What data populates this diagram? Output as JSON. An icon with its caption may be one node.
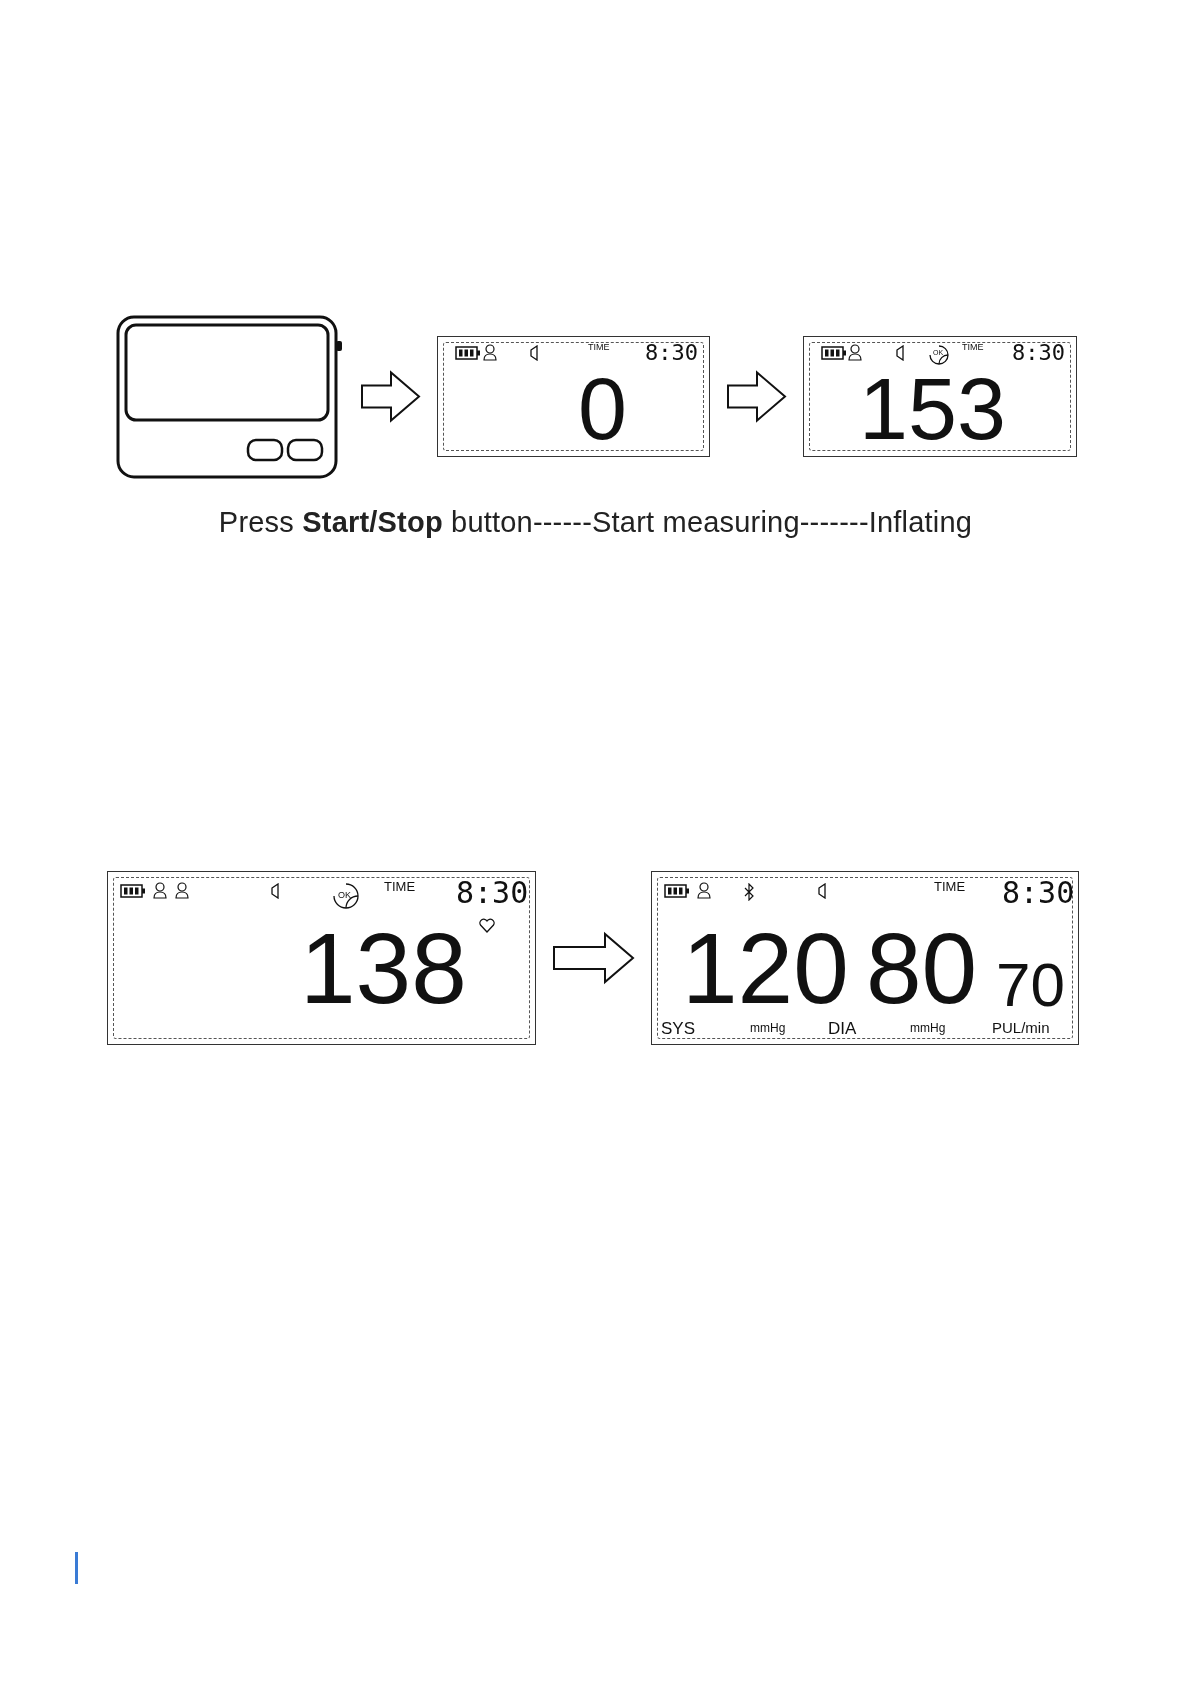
{
  "diagram": {
    "nodes": [
      {
        "text": [],
        "shape": "picture"
      },
      {
        "text": [
          "TIME",
          "8:30",
          "0"
        ]
      },
      {
        "text": [
          "OK",
          "TIME",
          "8:30",
          "153"
        ]
      },
      {
        "text": [
          "OK",
          "TIME",
          "8:30",
          "138"
        ]
      },
      {
        "text": [
          "TIME",
          "8:30",
          "120",
          "80",
          "70",
          "SYS",
          "mmHg",
          "DIA",
          "mmHg",
          "PUL/min"
        ]
      }
    ],
    "edges": [
      {
        "from": 0,
        "to": 1,
        "arrow": "to"
      },
      {
        "from": 1,
        "to": 2,
        "arrow": "to"
      },
      {
        "from": 3,
        "to": 4,
        "arrow": "to"
      }
    ],
    "labels": [
      "Press **Start/Stop** button------Start measuring-------Inflating"
    ]
  }
}
